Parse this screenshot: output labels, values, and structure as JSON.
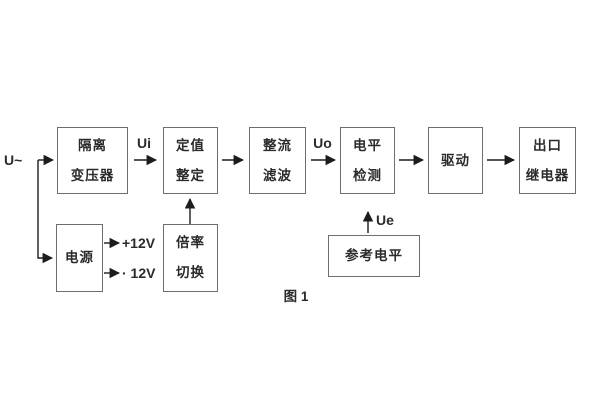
{
  "figure": {
    "caption": "图 1",
    "background_color": "#ffffff",
    "box_border_color": "#6e6e6e",
    "wire_color": "#1c1c1c",
    "text_color": "#2b2b2b"
  },
  "labels": {
    "input_signal": "U~",
    "ui_signal": "Ui",
    "uo_signal": "Uo",
    "ue_signal": "Ue",
    "supply_positive": "+12V",
    "supply_negative": "· 12V"
  },
  "boxes": {
    "isolation_transformer": {
      "line1": "隔离",
      "line2": "变压器"
    },
    "value_setting": {
      "line1": "定值",
      "line2": "整定"
    },
    "rectifier_filter": {
      "line1": "整流",
      "line2": "滤波"
    },
    "level_detection": {
      "line1": "电平",
      "line2": "检测"
    },
    "drive": {
      "line1": "驱动",
      "line2": ""
    },
    "output_relay": {
      "line1": "出口",
      "line2": "继电器"
    },
    "power_supply": {
      "line1": "电源",
      "line2": ""
    },
    "ratio_switch": {
      "line1": "倍率",
      "line2": "切换"
    },
    "reference_level": {
      "line1": "参考电平",
      "line2": ""
    }
  }
}
